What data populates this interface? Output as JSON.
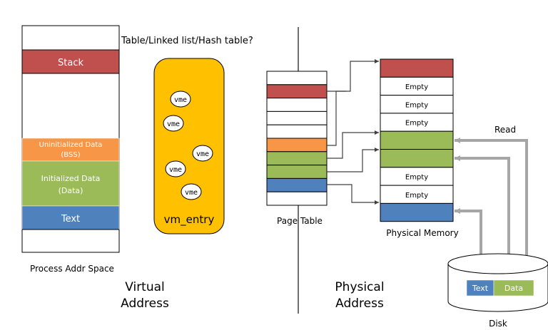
{
  "colors": {
    "stack": "#c0504d",
    "bss": "#f79646",
    "data": "#9bbb59",
    "text": "#4f81bd",
    "vm_entry": "#ffc000",
    "arrow_dark": "#404040",
    "arrow_gray": "#a6a6a6"
  },
  "process_space": {
    "stack": "Stack",
    "bss_line1": "Uninitialized Data",
    "bss_line2": "(BSS)",
    "data_line1": "Initialized Data",
    "data_line2": "(Data)",
    "text": "Text",
    "caption": "Process Addr Space"
  },
  "question": "Table/Linked list/Hash table?",
  "vm_entry": {
    "label": "vm_entry",
    "node_label": "vme",
    "node_count": 5
  },
  "page_table": {
    "caption": "Page Table"
  },
  "physical_memory": {
    "caption": "Physical Memory",
    "empty_label": "Empty",
    "frames": [
      "stack",
      "empty",
      "empty",
      "empty",
      "data",
      "data",
      "empty",
      "empty",
      "text"
    ]
  },
  "read_label": "Read",
  "disk": {
    "text": "Text",
    "data": "Data",
    "caption": "Disk"
  },
  "virtual_address": {
    "line1": "Virtual",
    "line2": "Address"
  },
  "physical_address": {
    "line1": "Physical",
    "line2": "Address"
  }
}
